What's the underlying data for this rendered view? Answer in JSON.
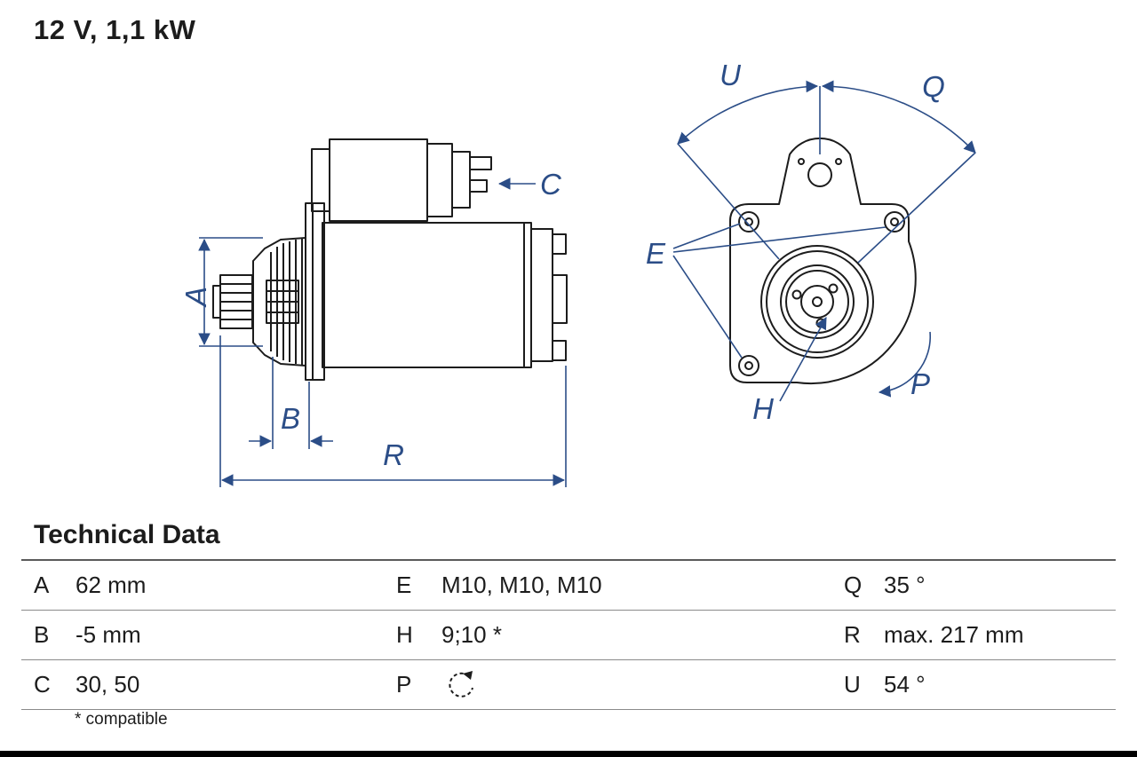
{
  "title": "12 V, 1,1 kW",
  "colors": {
    "accent_blue": "#2b4d87",
    "drawing_black": "#1c1c1c"
  },
  "drawing": {
    "side_view_labels": {
      "a": "A",
      "b": "B",
      "c": "C",
      "r": "R"
    },
    "front_view_labels": {
      "u": "U",
      "q": "Q",
      "e": "E",
      "h": "H",
      "p": "P"
    }
  },
  "technical_data": {
    "heading": "Technical Data",
    "rows": [
      {
        "c1k": "A",
        "c1v": "62 mm",
        "c2k": "E",
        "c2v": "M10, M10, M10",
        "c3k": "Q",
        "c3v": "35 °"
      },
      {
        "c1k": "B",
        "c1v": "-5 mm",
        "c2k": "H",
        "c2v": "9;10 *",
        "c3k": "R",
        "c3v": "max. 217 mm"
      },
      {
        "c1k": "C",
        "c1v": "30, 50",
        "c2k": "P",
        "c2v": "",
        "c3k": "U",
        "c3v": "54 °"
      }
    ],
    "rotation_icon": "ccw-rotation-icon",
    "footnote": "* compatible"
  }
}
